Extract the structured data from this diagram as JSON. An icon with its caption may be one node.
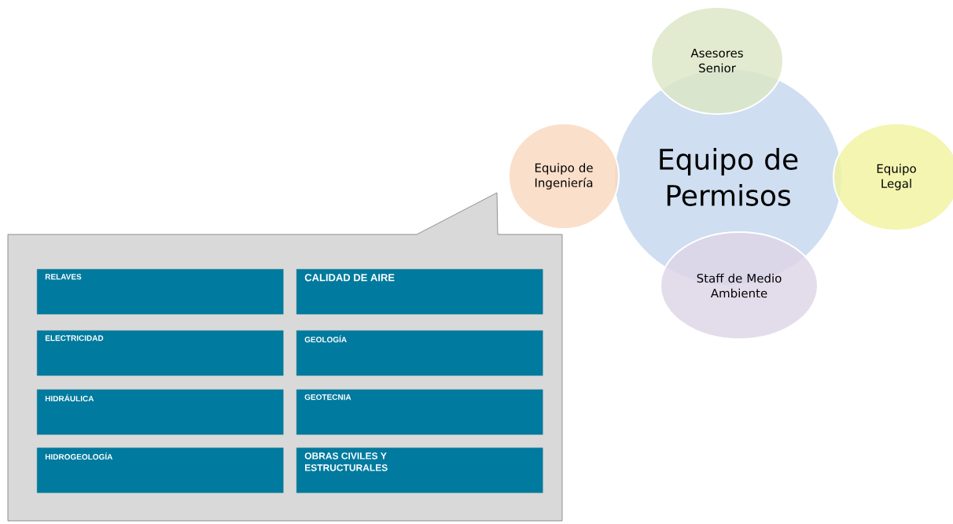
{
  "diagram": {
    "nodes": [
      {
        "text": [
          "Asesores Senior"
        ]
      },
      {
        "text": [
          "Equipo de Ingeniería"
        ]
      },
      {
        "text": [
          "Equipo de Permisos"
        ]
      },
      {
        "text": [
          "Equipo Legal"
        ]
      },
      {
        "text": [
          "Staff de Medio Ambiente"
        ]
      },
      {
        "text": [],
        "shape": "callout"
      },
      {
        "text": [
          "RELAVES"
        ],
        "in": 5
      },
      {
        "text": [
          "CALIDAD  DE AIRE"
        ],
        "in": 5
      },
      {
        "text": [
          "ELECTRICIDAD"
        ],
        "in": 5
      },
      {
        "text": [
          "GEOLOGÍA"
        ],
        "in": 5
      },
      {
        "text": [
          "HIDRÁULICA"
        ],
        "in": 5
      },
      {
        "text": [
          "GEOTECNIA"
        ],
        "in": 5
      },
      {
        "text": [
          "HIDROGEOLOGÍA"
        ],
        "in": 5
      },
      {
        "text": [
          "OBRAS CIVILES Y ESTRUCTURALES"
        ],
        "in": 5
      }
    ]
  }
}
